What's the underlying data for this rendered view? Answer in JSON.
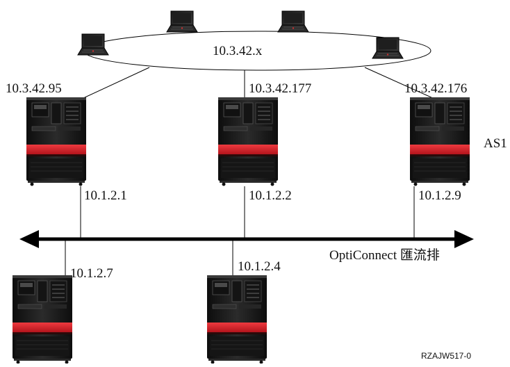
{
  "diagram": {
    "lan_label": "10.3.42.x",
    "system_label": "AS1",
    "bus_label": "OptiConnect 匯流排",
    "figure_id": "RZAJW517-0",
    "servers": [
      {
        "lan_ip": "10.3.42.95",
        "bus_ip": "10.1.2.1"
      },
      {
        "lan_ip": "10.3.42.177",
        "bus_ip": "10.1.2.2"
      },
      {
        "lan_ip": "10.3.42.176",
        "bus_ip": "10.1.2.9"
      },
      {
        "lan_ip": "",
        "bus_ip": "10.1.2.7"
      },
      {
        "lan_ip": "",
        "bus_ip": "10.1.2.4"
      }
    ],
    "laptops": 4,
    "colors": {
      "server_body": "#1c1c1c",
      "server_stripe": "#d8202a",
      "line": "#000000"
    }
  }
}
